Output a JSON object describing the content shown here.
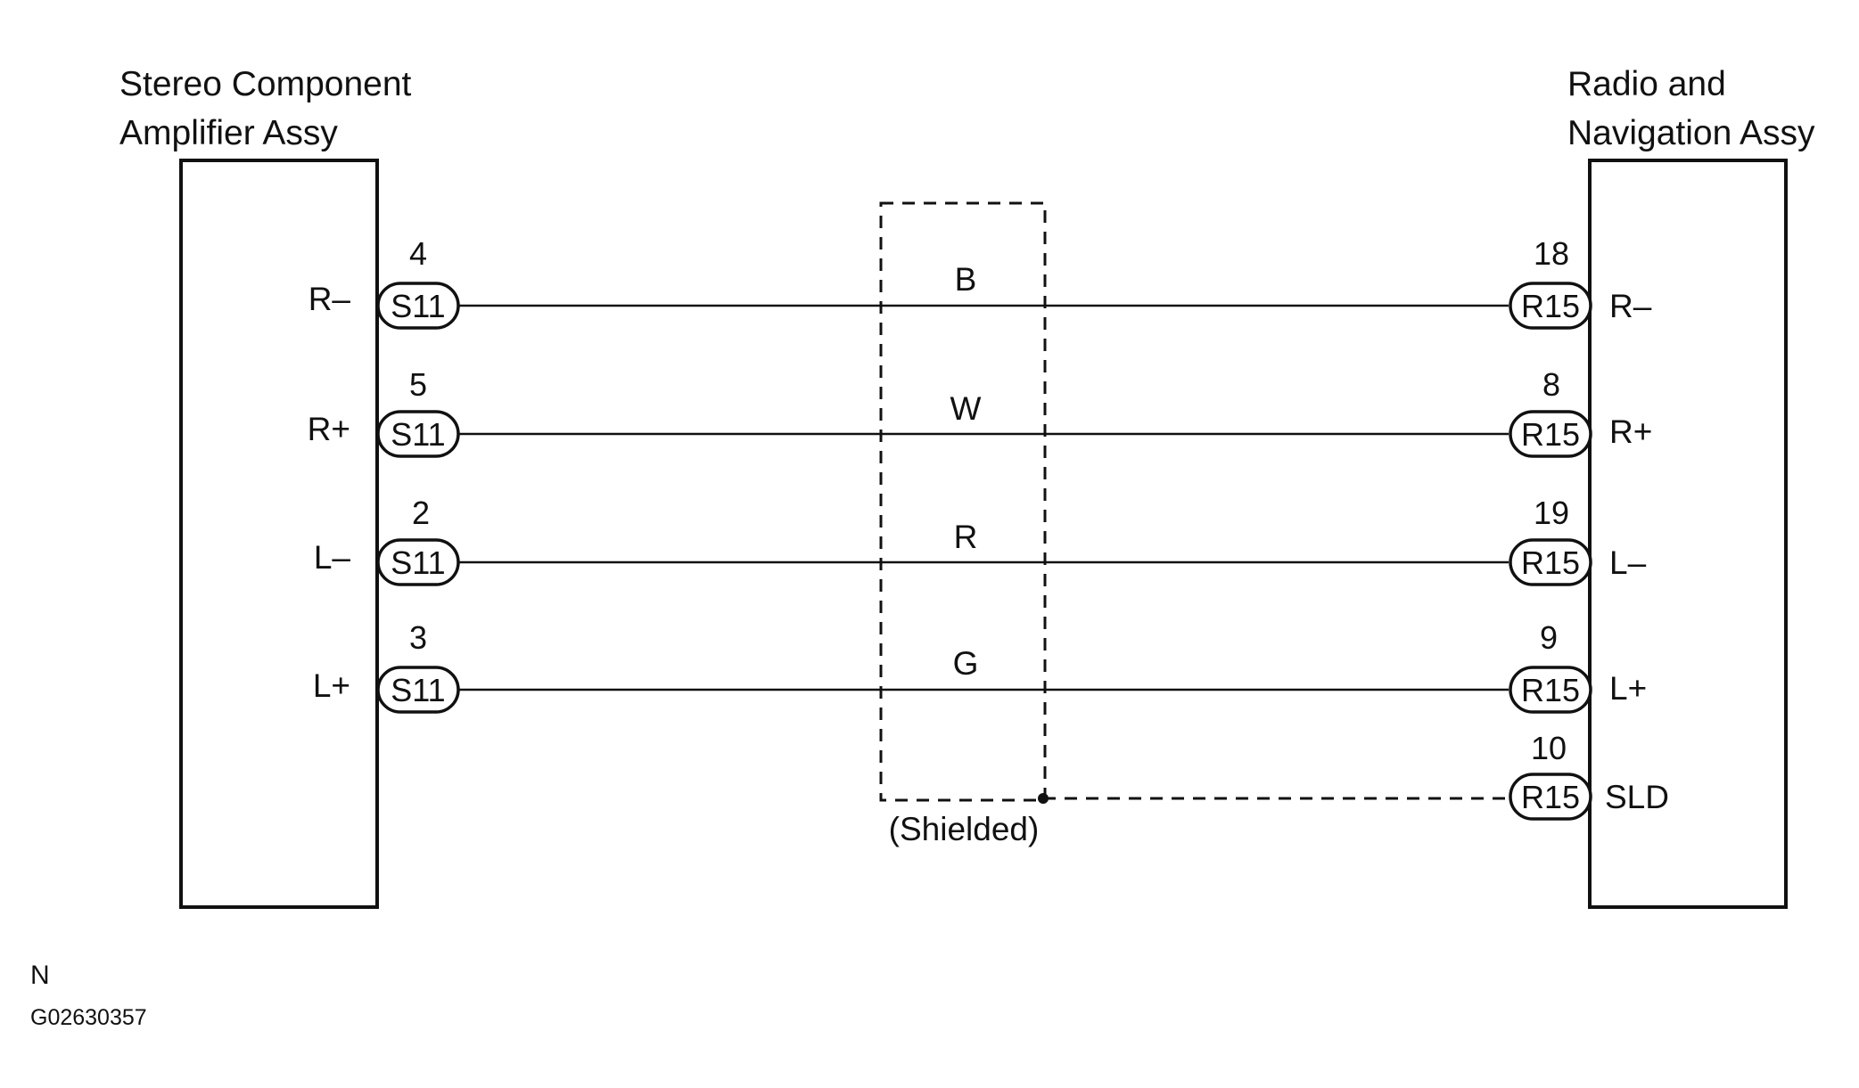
{
  "left_component": {
    "title_lines": [
      "Stereo Component",
      "Amplifier Assy"
    ],
    "connector": "S11",
    "pins": [
      {
        "number": "4",
        "signal": "R–"
      },
      {
        "number": "5",
        "signal": "R+"
      },
      {
        "number": "2",
        "signal": "L–"
      },
      {
        "number": "3",
        "signal": "L+"
      }
    ]
  },
  "right_component": {
    "title_lines": [
      "Radio and",
      "Navigation Assy"
    ],
    "connector": "R15",
    "pins": [
      {
        "number": "18",
        "signal": "R–"
      },
      {
        "number": "8",
        "signal": "R+"
      },
      {
        "number": "19",
        "signal": "L–"
      },
      {
        "number": "9",
        "signal": "L+"
      },
      {
        "number": "10",
        "signal": "SLD"
      }
    ]
  },
  "wires": [
    {
      "color_code": "B"
    },
    {
      "color_code": "W"
    },
    {
      "color_code": "R"
    },
    {
      "color_code": "G"
    }
  ],
  "shield_label": "(Shielded)",
  "footer": {
    "note": "N",
    "figure_id": "G02630357"
  }
}
